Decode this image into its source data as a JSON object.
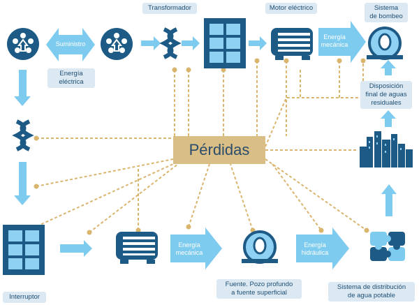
{
  "title": "Pérdidas",
  "labels": {
    "suministro": "Suministro",
    "energia_electrica_1": "Energía",
    "energia_electrica_2": "eléctrica",
    "transformador": "Transformador",
    "motor_electrico": "Motor eléctrico",
    "energia_mecanica_top_1": "Energía",
    "energia_mecanica_top_2": "mecánica",
    "sistema_bombeo_1": "Sistema",
    "sistema_bombeo_2": "de bombeo",
    "disposicion_1": "Disposición",
    "disposicion_2": "final de aguas",
    "disposicion_3": "residuales",
    "interruptor": "Interruptor",
    "energia_mecanica_bottom_1": "Energía",
    "energia_mecanica_bottom_2": "mecánica",
    "energia_hidraulica_1": "Energía",
    "energia_hidraulica_2": "hidráulica",
    "fuente_1": "Fuente. Pozo profundo",
    "fuente_2": "a fuente superficial",
    "distribucion_1": "Sistema de distribución",
    "distribucion_2": "de agua potable"
  },
  "colors": {
    "dark_blue": "#1d5a85",
    "light_blue": "#7ecbf0",
    "pale_blue": "#dce9f3",
    "loss_box": "#d9be86",
    "dashed": "#d9b56e"
  }
}
